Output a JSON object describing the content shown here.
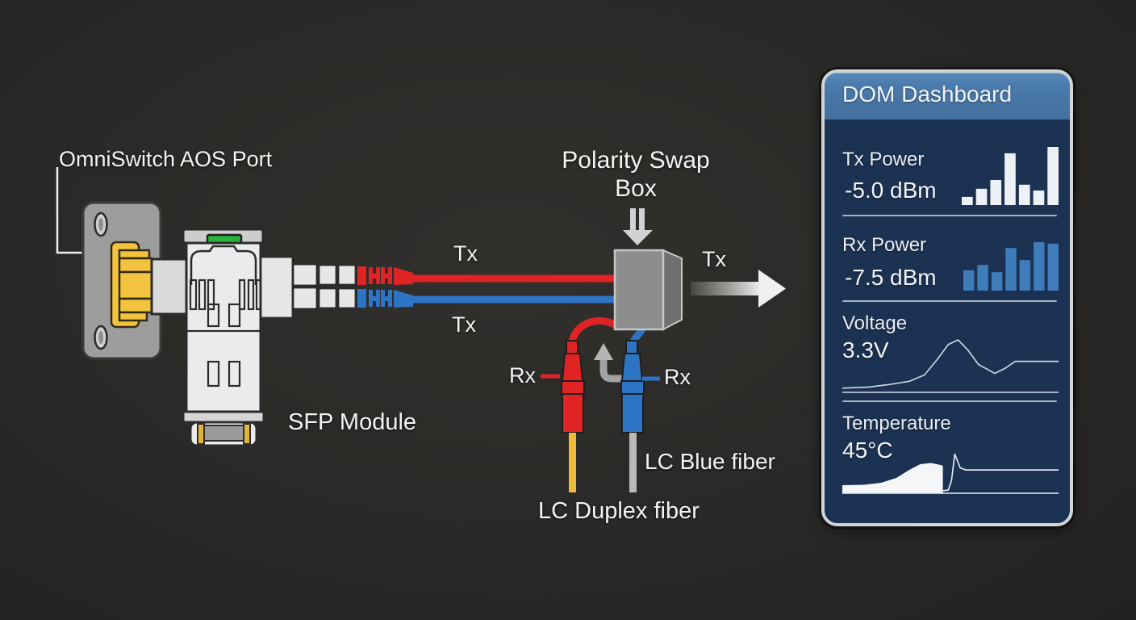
{
  "diagram": {
    "port_label": "OmniSwitch AOS Port",
    "sfp_label": "SFP Module",
    "tx_top": "Tx",
    "tx_bottom": "Tx",
    "tx_out": "Tx",
    "rx_left": "Rx",
    "rx_right": "Rx",
    "box_line1": "Polarity Swap",
    "box_line2": "Box",
    "lc_blue": "LC Blue fiber",
    "lc_duplex": "LC Duplex fiber"
  },
  "dashboard": {
    "title": "DOM Dashboard"
  },
  "colors": {
    "tx_fiber_red": "#de2424",
    "rx_fiber_blue": "#2e74c4",
    "duplex_tail_yellow": "#eebd35",
    "blue_fiber_tail_gray": "#b9b9b9",
    "panel_header_blue": "#4a7aab",
    "panel_body_navy": "#1c3252",
    "tx_bar_white": "#edf0f4",
    "rx_bar_blue": "#3e7cba",
    "sfp_yellow": "#f2c33e",
    "box_gray": "#8d8d8d"
  },
  "chart_data": [
    {
      "id": "tx-power-bars",
      "type": "bar",
      "title": "Tx Power",
      "value_label": "-5.0 dBm",
      "values": [
        0.14,
        0.28,
        0.43,
        0.89,
        0.35,
        0.25,
        1.0
      ],
      "bar_color": "#edf0f4",
      "ylim": [
        0,
        1
      ]
    },
    {
      "id": "rx-power-bars",
      "type": "bar",
      "title": "Rx Power",
      "value_label": "-7.5 dBm",
      "values": [
        0.42,
        0.53,
        0.38,
        0.88,
        0.63,
        1.0,
        0.97
      ],
      "bar_color": "#3e7cba",
      "ylim": [
        0,
        1
      ]
    },
    {
      "id": "voltage-line",
      "type": "line",
      "title": "Voltage",
      "value_label": "3.3V",
      "baseline": true,
      "points_x": [
        0,
        0.12,
        0.22,
        0.31,
        0.38,
        0.44,
        0.49,
        0.535,
        0.58,
        0.63,
        0.705,
        0.75,
        0.8,
        1.0
      ],
      "points_y": [
        0.05,
        0.07,
        0.12,
        0.18,
        0.3,
        0.6,
        0.88,
        0.97,
        0.78,
        0.5,
        0.33,
        0.42,
        0.56,
        0.56
      ],
      "line_color": "#c9d4e4"
    },
    {
      "id": "temperature-area",
      "type": "area-line",
      "title": "Temperature",
      "value_label": "45°C",
      "baseline": true,
      "area_x": [
        0,
        0.1,
        0.18,
        0.25,
        0.31,
        0.36,
        0.41,
        0.455,
        0.465
      ],
      "area_y": [
        0.2,
        0.21,
        0.26,
        0.38,
        0.58,
        0.72,
        0.75,
        0.7,
        0.68
      ],
      "line_x": [
        0.465,
        0.49,
        0.505,
        0.52,
        0.545,
        0.57,
        1.0
      ],
      "line_y": [
        0.04,
        0.06,
        0.3,
        0.97,
        0.62,
        0.57,
        0.57
      ],
      "fill_color": "#f4f6f8",
      "line_color": "#dfe6ee"
    }
  ]
}
